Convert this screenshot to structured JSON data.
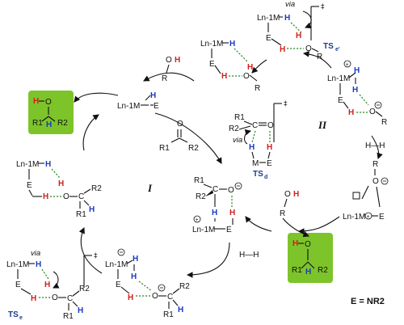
{
  "cycle_labels": {
    "left": "I",
    "right": "II"
  },
  "legend": "E = NR2",
  "ts_labels": {
    "left": "TS",
    "left_sub": "e",
    "center": "TS",
    "center_sub": "d",
    "right": "TS",
    "right_sub": "e'"
  },
  "via_text": "via",
  "dagger": "‡",
  "atoms": {
    "catalyst": "Ln-1M",
    "metal": "M",
    "E": "E",
    "H": "H",
    "O": "O",
    "R": "R",
    "R1": "R1",
    "R2": "R2",
    "C": "C",
    "H2": "H—H",
    "square": "□"
  },
  "colors": {
    "product_box": "#7dc42a",
    "H_blue": "#1a3bbf",
    "H_red": "#d0201c",
    "hbond": "#2a8a2a"
  }
}
